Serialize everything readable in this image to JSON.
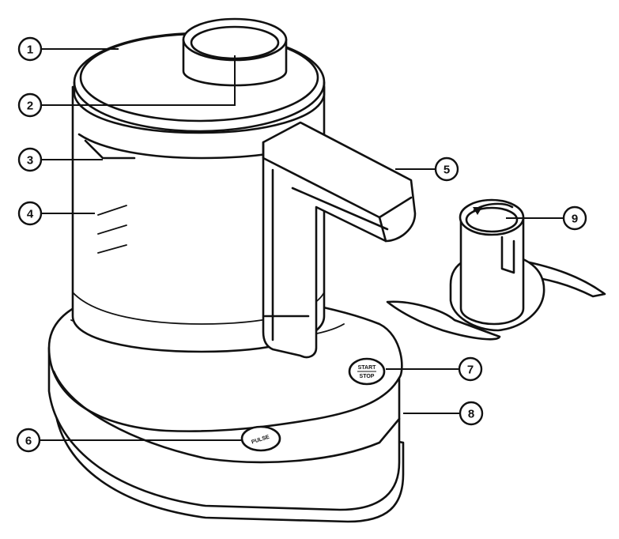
{
  "callouts": [
    {
      "id": "1",
      "label": "1"
    },
    {
      "id": "2",
      "label": "2"
    },
    {
      "id": "3",
      "label": "3"
    },
    {
      "id": "4",
      "label": "4"
    },
    {
      "id": "5",
      "label": "5"
    },
    {
      "id": "6",
      "label": "6"
    },
    {
      "id": "7",
      "label": "7"
    },
    {
      "id": "8",
      "label": "8"
    },
    {
      "id": "9",
      "label": "9"
    }
  ],
  "buttons": {
    "start_top": "START",
    "start_bottom": "STOP",
    "pulse": "PULSE"
  },
  "colors": {
    "line": "#111111",
    "fill": "#ffffff"
  }
}
